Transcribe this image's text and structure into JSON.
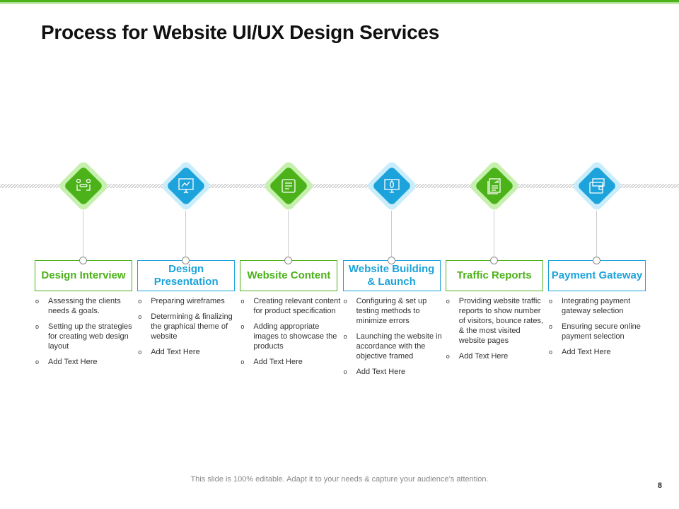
{
  "title": "Process for Website UI/UX Design Services",
  "steps": [
    {
      "title": "Design Interview",
      "color": "green",
      "icon": "meeting-icon",
      "bullets": [
        "Assessing the clients needs & goals.",
        "Setting up the strategies for creating web design layout",
        "Add Text Here"
      ]
    },
    {
      "title": "Design Presentation",
      "color": "blue",
      "icon": "presentation-board-icon",
      "bullets": [
        "Preparing wireframes",
        "Determining & finalizing the graphical theme of website",
        "Add Text Here"
      ]
    },
    {
      "title": "Website Content",
      "color": "green",
      "icon": "document-icon",
      "bullets": [
        "Creating relevant content for product specification",
        "Adding appropriate images to showcase the products",
        "Add Text Here"
      ]
    },
    {
      "title": "Website Building & Launch",
      "color": "blue",
      "icon": "rocket-monitor-icon",
      "bullets": [
        "Configuring & set up testing methods to minimize errors",
        "Launching the website in accordance with the objective framed",
        "Add Text Here"
      ]
    },
    {
      "title": "Traffic Reports",
      "color": "green",
      "icon": "report-icon",
      "bullets": [
        "Providing website traffic reports to show number of visitors, bounce rates, & the most visited website pages",
        "Add Text Here"
      ]
    },
    {
      "title": "Payment Gateway",
      "color": "blue",
      "icon": "wallet-icon",
      "bullets": [
        "Integrating payment gateway selection",
        "Ensuring secure online payment selection",
        "Add Text Here"
      ]
    }
  ],
  "footer": "This slide is 100% editable. Adapt it to your needs & capture your audience’s attention.",
  "page_number": "8",
  "colors": {
    "green": "#4cb21a",
    "blue": "#1ca3dc"
  }
}
